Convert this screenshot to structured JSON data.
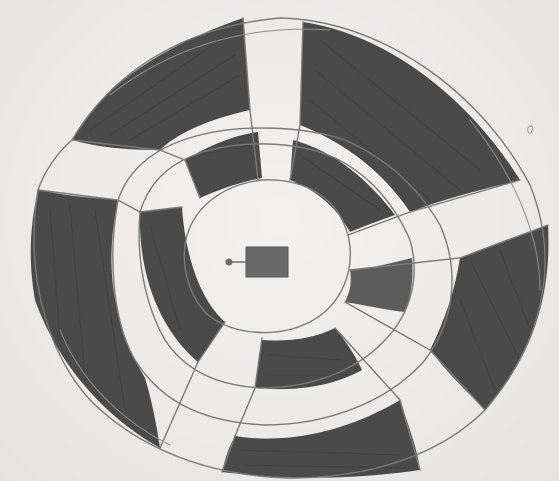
{
  "drawing": {
    "medium": "pencil",
    "colors": {
      "paper": "#ecebea",
      "shading": "#4a4a4a",
      "outline": "#7a7a7a"
    },
    "rings": {
      "outer_dark_segments": 5,
      "inner_dark_segments": 5,
      "spokes": 5
    },
    "center_object": {
      "icon": "small-rectangle-with-dot-icon"
    }
  }
}
